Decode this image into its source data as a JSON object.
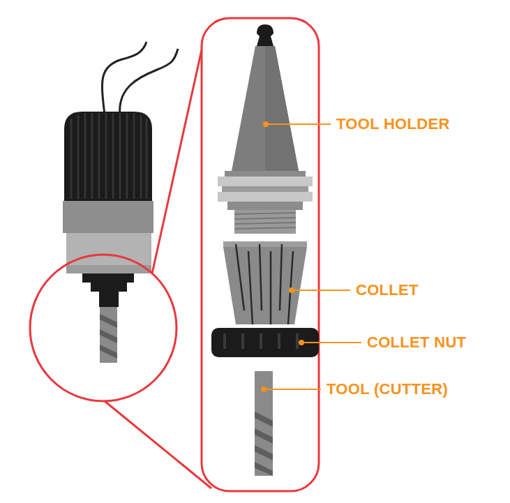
{
  "diagram": {
    "labels": [
      "TOOL HOLDER",
      "COLLET",
      "COLLET NUT",
      "TOOL (CUTTER)"
    ]
  }
}
